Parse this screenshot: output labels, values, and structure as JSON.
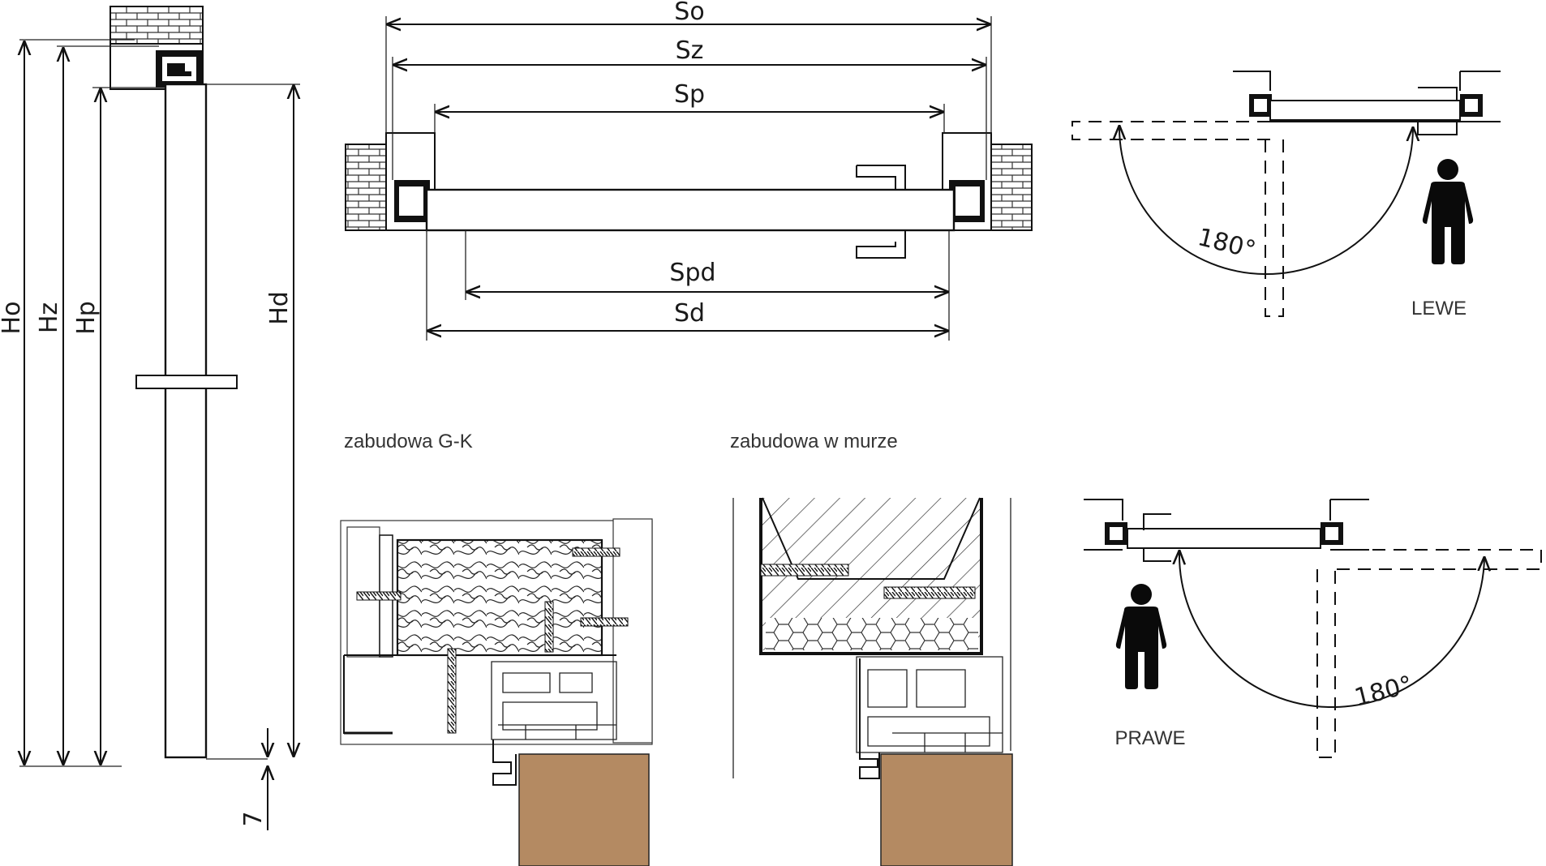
{
  "labels": {
    "so": "So",
    "sz": "Sz",
    "sp": "Sp",
    "spd": "Spd",
    "sd": "Sd",
    "ho": "Ho",
    "hz": "Hz",
    "hp": "Hp",
    "hd": "Hd",
    "gap": "7",
    "angle_left": "180°",
    "angle_right": "180°",
    "lewe": "LEWE",
    "prawe": "PRAWE",
    "caption_gk": "zabudowa G-K",
    "caption_wall": "zabudowa w murze"
  },
  "colors": {
    "line": "#111111",
    "wood": "#b48a62",
    "person": "#0a0a0a",
    "brick_fill": "#ffffff"
  },
  "icons": {
    "person": "person-icon",
    "brick": "brick-wall-icon",
    "screw": "screw-icon"
  }
}
